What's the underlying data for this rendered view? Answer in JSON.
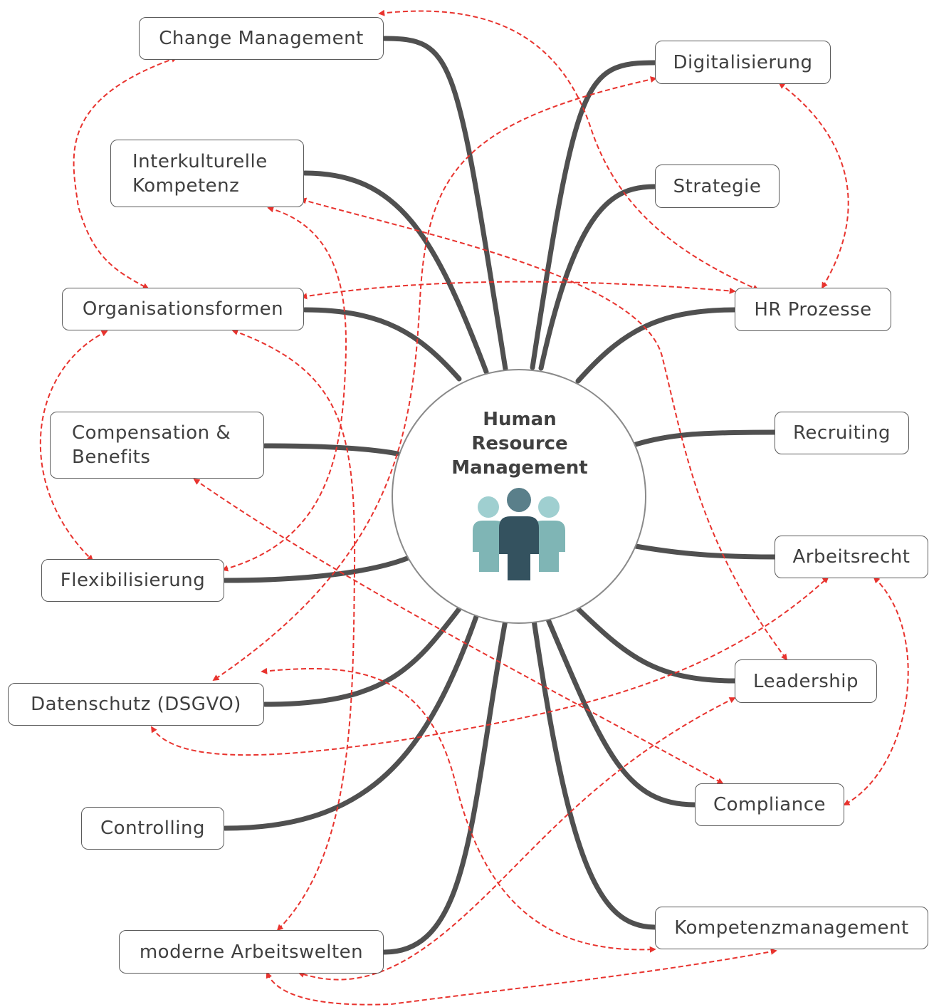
{
  "center": {
    "title": "Human\nResource\nManagement"
  },
  "nodes": [
    {
      "id": "change-management",
      "label": "Change Management"
    },
    {
      "id": "interkulturelle-kompetenz",
      "label": "Interkulturelle\nKompetenz"
    },
    {
      "id": "organisationsformen",
      "label": "Organisationsformen"
    },
    {
      "id": "compensation-benefits",
      "label": "Compensation &\nBenefits"
    },
    {
      "id": "flexibilisierung",
      "label": "Flexibilisierung"
    },
    {
      "id": "datenschutz",
      "label": "Datenschutz (DSGVO)"
    },
    {
      "id": "controlling",
      "label": "Controlling"
    },
    {
      "id": "moderne-arbeitswelten",
      "label": "moderne Arbeitswelten"
    },
    {
      "id": "digitalisierung",
      "label": "Digitalisierung"
    },
    {
      "id": "strategie",
      "label": "Strategie"
    },
    {
      "id": "hr-prozesse",
      "label": "HR Prozesse"
    },
    {
      "id": "recruiting",
      "label": "Recruiting"
    },
    {
      "id": "arbeitsrecht",
      "label": "Arbeitsrecht"
    },
    {
      "id": "leadership",
      "label": "Leadership"
    },
    {
      "id": "compliance",
      "label": "Compliance"
    },
    {
      "id": "kompetenzmanagement",
      "label": "Kompetenzmanagement"
    }
  ],
  "colors": {
    "branch": "#505050",
    "relation": "#e8332e",
    "node_border": "#5a5a5a",
    "text": "#404040",
    "person_light": "#7fb5b5",
    "person_dark": "#34525f"
  },
  "icons": {
    "center": "people-group-icon"
  }
}
